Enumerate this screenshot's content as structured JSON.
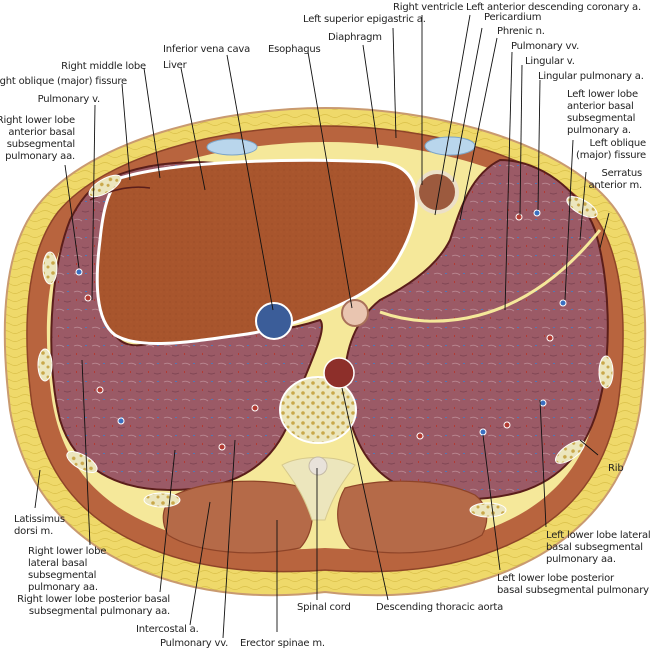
{
  "figure": {
    "title": "Axial cross-section of the lower thorax at the level of the liver dome",
    "colors": {
      "skin_fat": "#efd96a",
      "fat_light": "#f5e89a",
      "muscle": "#b8643e",
      "muscle_dark": "#8e4428",
      "liver": "#a8552d",
      "lung": "#9b5a66",
      "lung_dark": "#7d4452",
      "bone": "#ece6bd",
      "bone_spot": "#c9a84a",
      "ivc_blue": "#3b5d99",
      "aorta_red": "#8d2f2a",
      "pleura_line": "#5b1e1a",
      "fluid_blue": "#b9d6ec",
      "artery_blue": "#3a6fc0",
      "vessel_red": "#b23b32"
    }
  },
  "labels": {
    "right_ventricle": "Right ventricle",
    "left_anterior_descending": "Left anterior descending coronary a.",
    "left_superior_epigastric": "Left superior epigastric a.",
    "pericardium": "Pericardium",
    "phrenic_n": "Phrenic n.",
    "diaphragm": "Diaphragm",
    "pulmonary_vv_top": "Pulmonary vv.",
    "lingular_v": "Lingular v.",
    "lingular_pulmonary_a": "Lingular pulmonary a.",
    "left_lower_lobe_anterior_basal": [
      "Left lower lobe",
      "anterior basal",
      "subsegmental",
      "pulmonary a."
    ],
    "left_oblique_fissure": [
      "Left oblique",
      "(major) fissure"
    ],
    "serratus_anterior": [
      "Serratus",
      "anterior m."
    ],
    "inferior_vena_cava": "Inferior vena cava",
    "esophagus": "Esophagus",
    "liver": "Liver",
    "right_middle_lobe": "Right middle lobe",
    "right_oblique_fissure": "Right oblique (major) fissure",
    "pulmonary_v": "Pulmonary v.",
    "right_lower_lobe_anterior_basal": [
      "Right lower lobe",
      "anterior basal",
      "subsegmental",
      "pulmonary aa."
    ],
    "rib": "Rib",
    "latissimus_dorsi": [
      "Latissimus",
      "dorsi m."
    ],
    "right_lower_lobe_lateral_basal": [
      "Right lower lobe",
      "lateral basal",
      "subsegmental",
      "pulmonary aa."
    ],
    "right_lower_lobe_posterior_basal": [
      "Right lower lobe posterior basal",
      "subsegmental pulmonary aa."
    ],
    "intercostal_a": "Intercostal a.",
    "pulmonary_vv_bottom": "Pulmonary vv.",
    "erector_spinae": "Erector spinae m.",
    "spinal_cord": "Spinal cord",
    "descending_thoracic_aorta": "Descending thoracic aorta",
    "left_lower_lobe_lateral_basal": [
      "Left lower lobe lateral",
      "basal subsegmental",
      "pulmonary aa."
    ],
    "left_lower_lobe_posterior_basal": [
      "Left lower lobe posterior",
      "basal subsegmental pulmonary a."
    ]
  }
}
